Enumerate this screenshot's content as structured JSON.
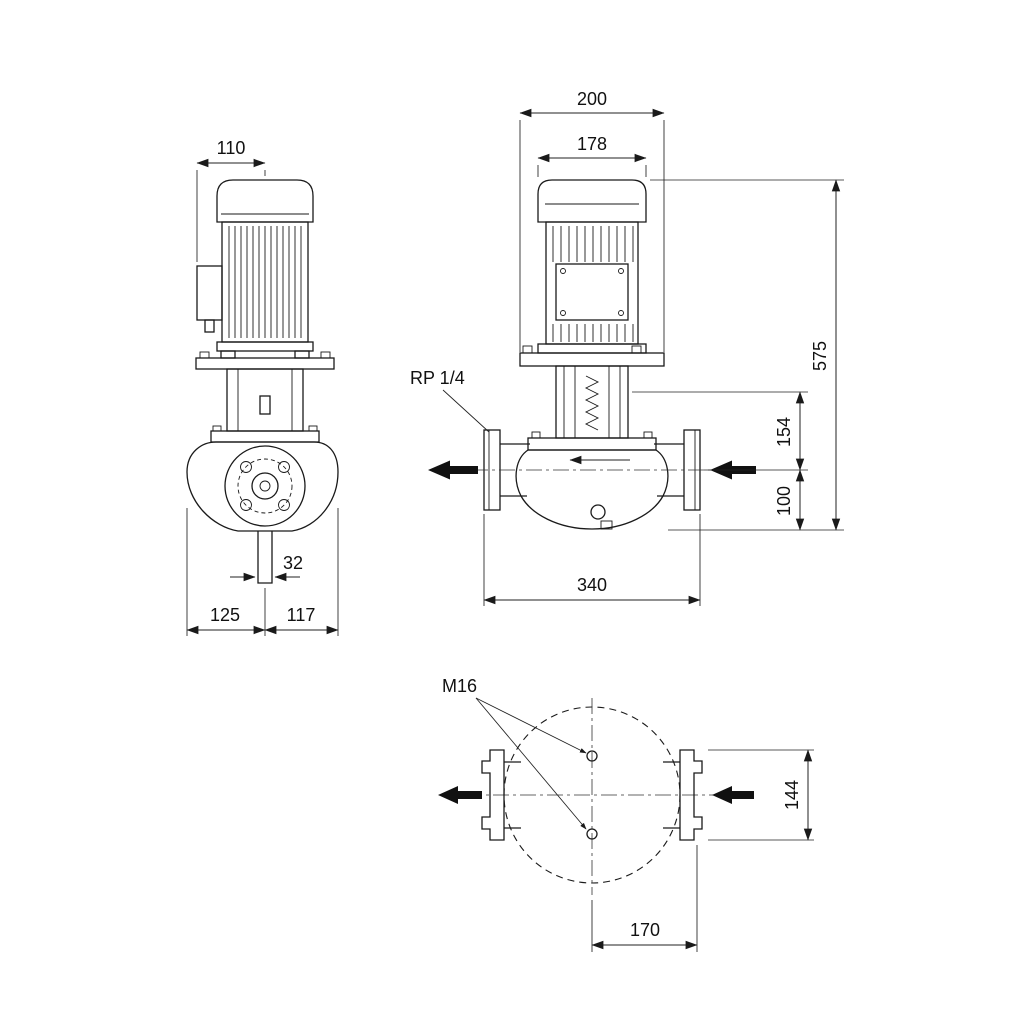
{
  "front_view": {
    "dim_top": "110",
    "dim_shaft": "32",
    "dim_bottom_left": "125",
    "dim_bottom_right": "117"
  },
  "side_view": {
    "dim_top_outer": "200",
    "dim_top_inner": "178",
    "dim_height_total": "575",
    "dim_height_mid": "154",
    "dim_height_lower": "100",
    "dim_bottom": "340",
    "label_port": "RP 1/4"
  },
  "plan_view": {
    "label_thread": "M16",
    "dim_right": "144",
    "dim_bottom": "170"
  }
}
